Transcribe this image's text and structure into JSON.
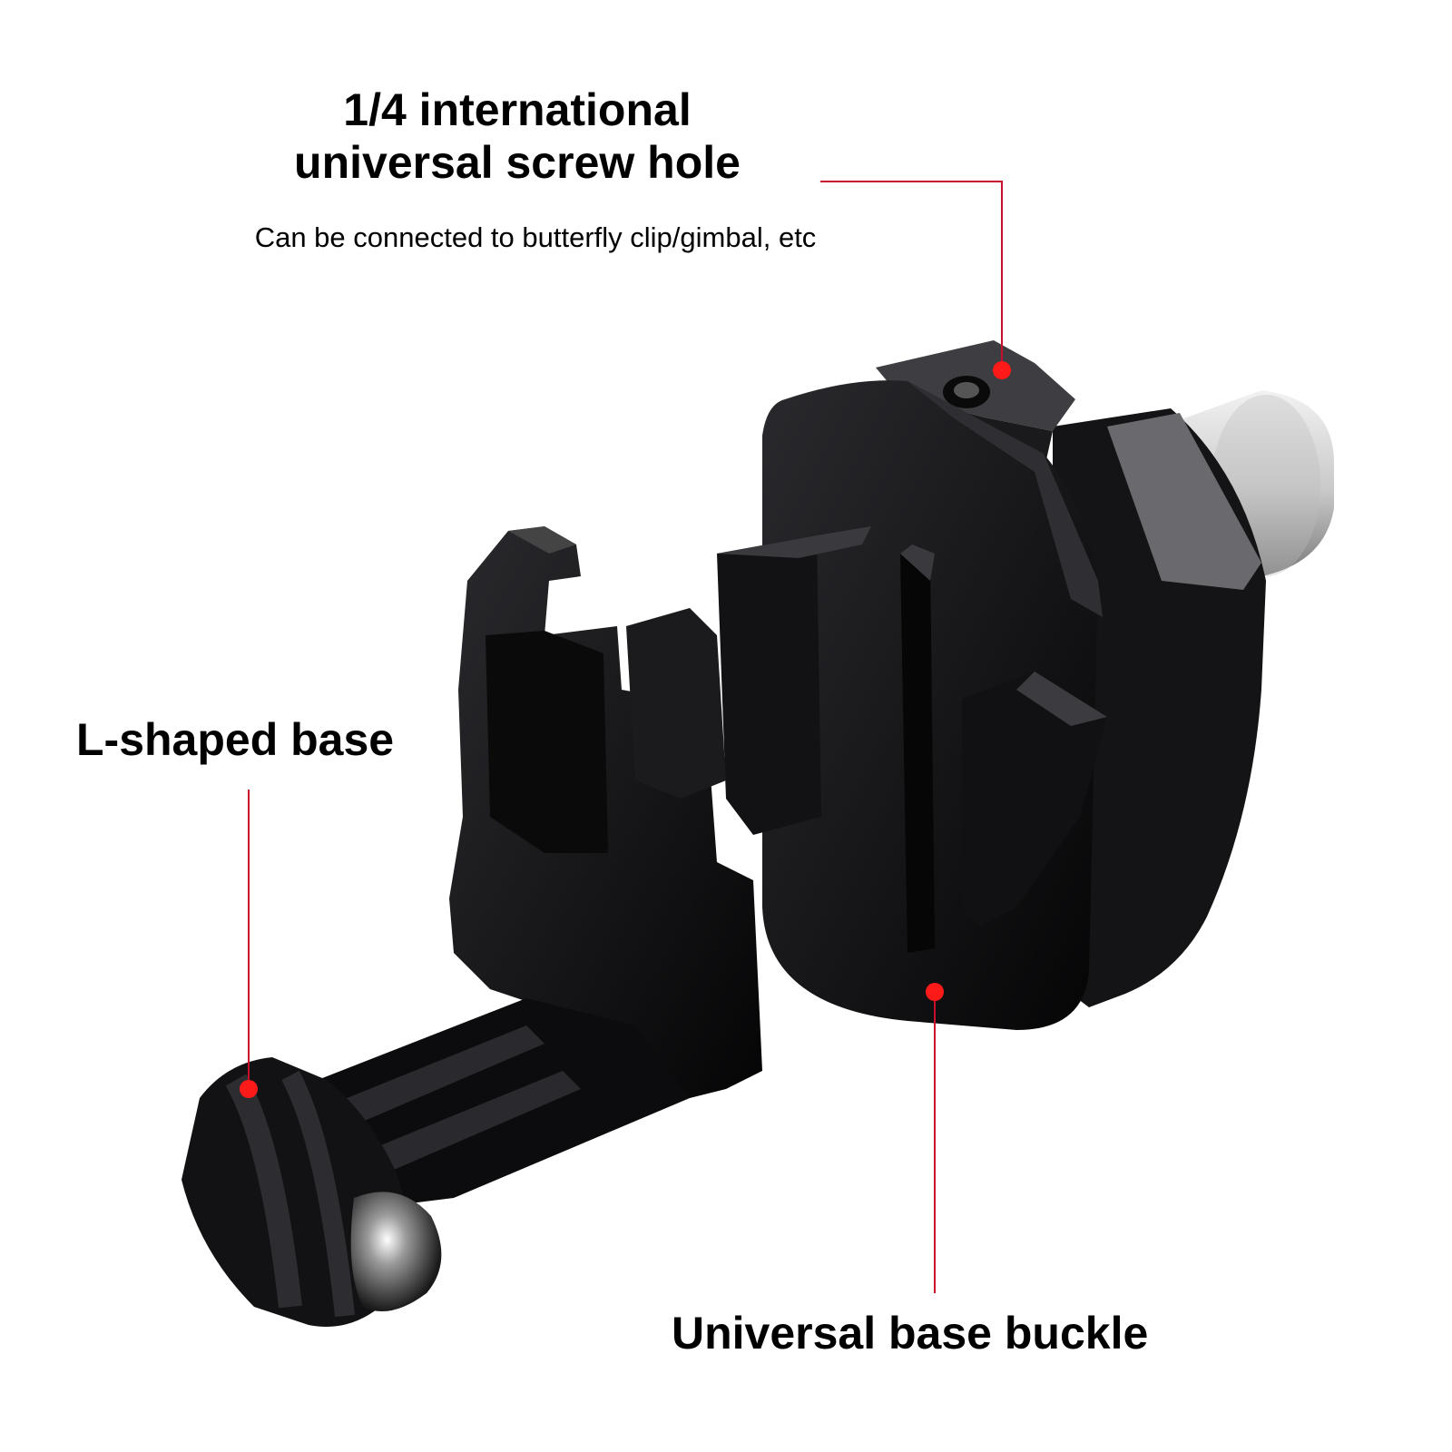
{
  "callouts": {
    "screw_hole": {
      "title_line1": "1/4 international",
      "title_line2": "universal screw hole",
      "description": "Can be connected to butterfly clip/gimbal, etc"
    },
    "l_base": {
      "title": "L-shaped base"
    },
    "base_buckle": {
      "title": "Universal base buckle"
    }
  },
  "colors": {
    "background": "#ffffff",
    "callout_line": "#c8102e",
    "callout_dot": "#ff1a1a",
    "product_black": "#0d0d0f"
  }
}
